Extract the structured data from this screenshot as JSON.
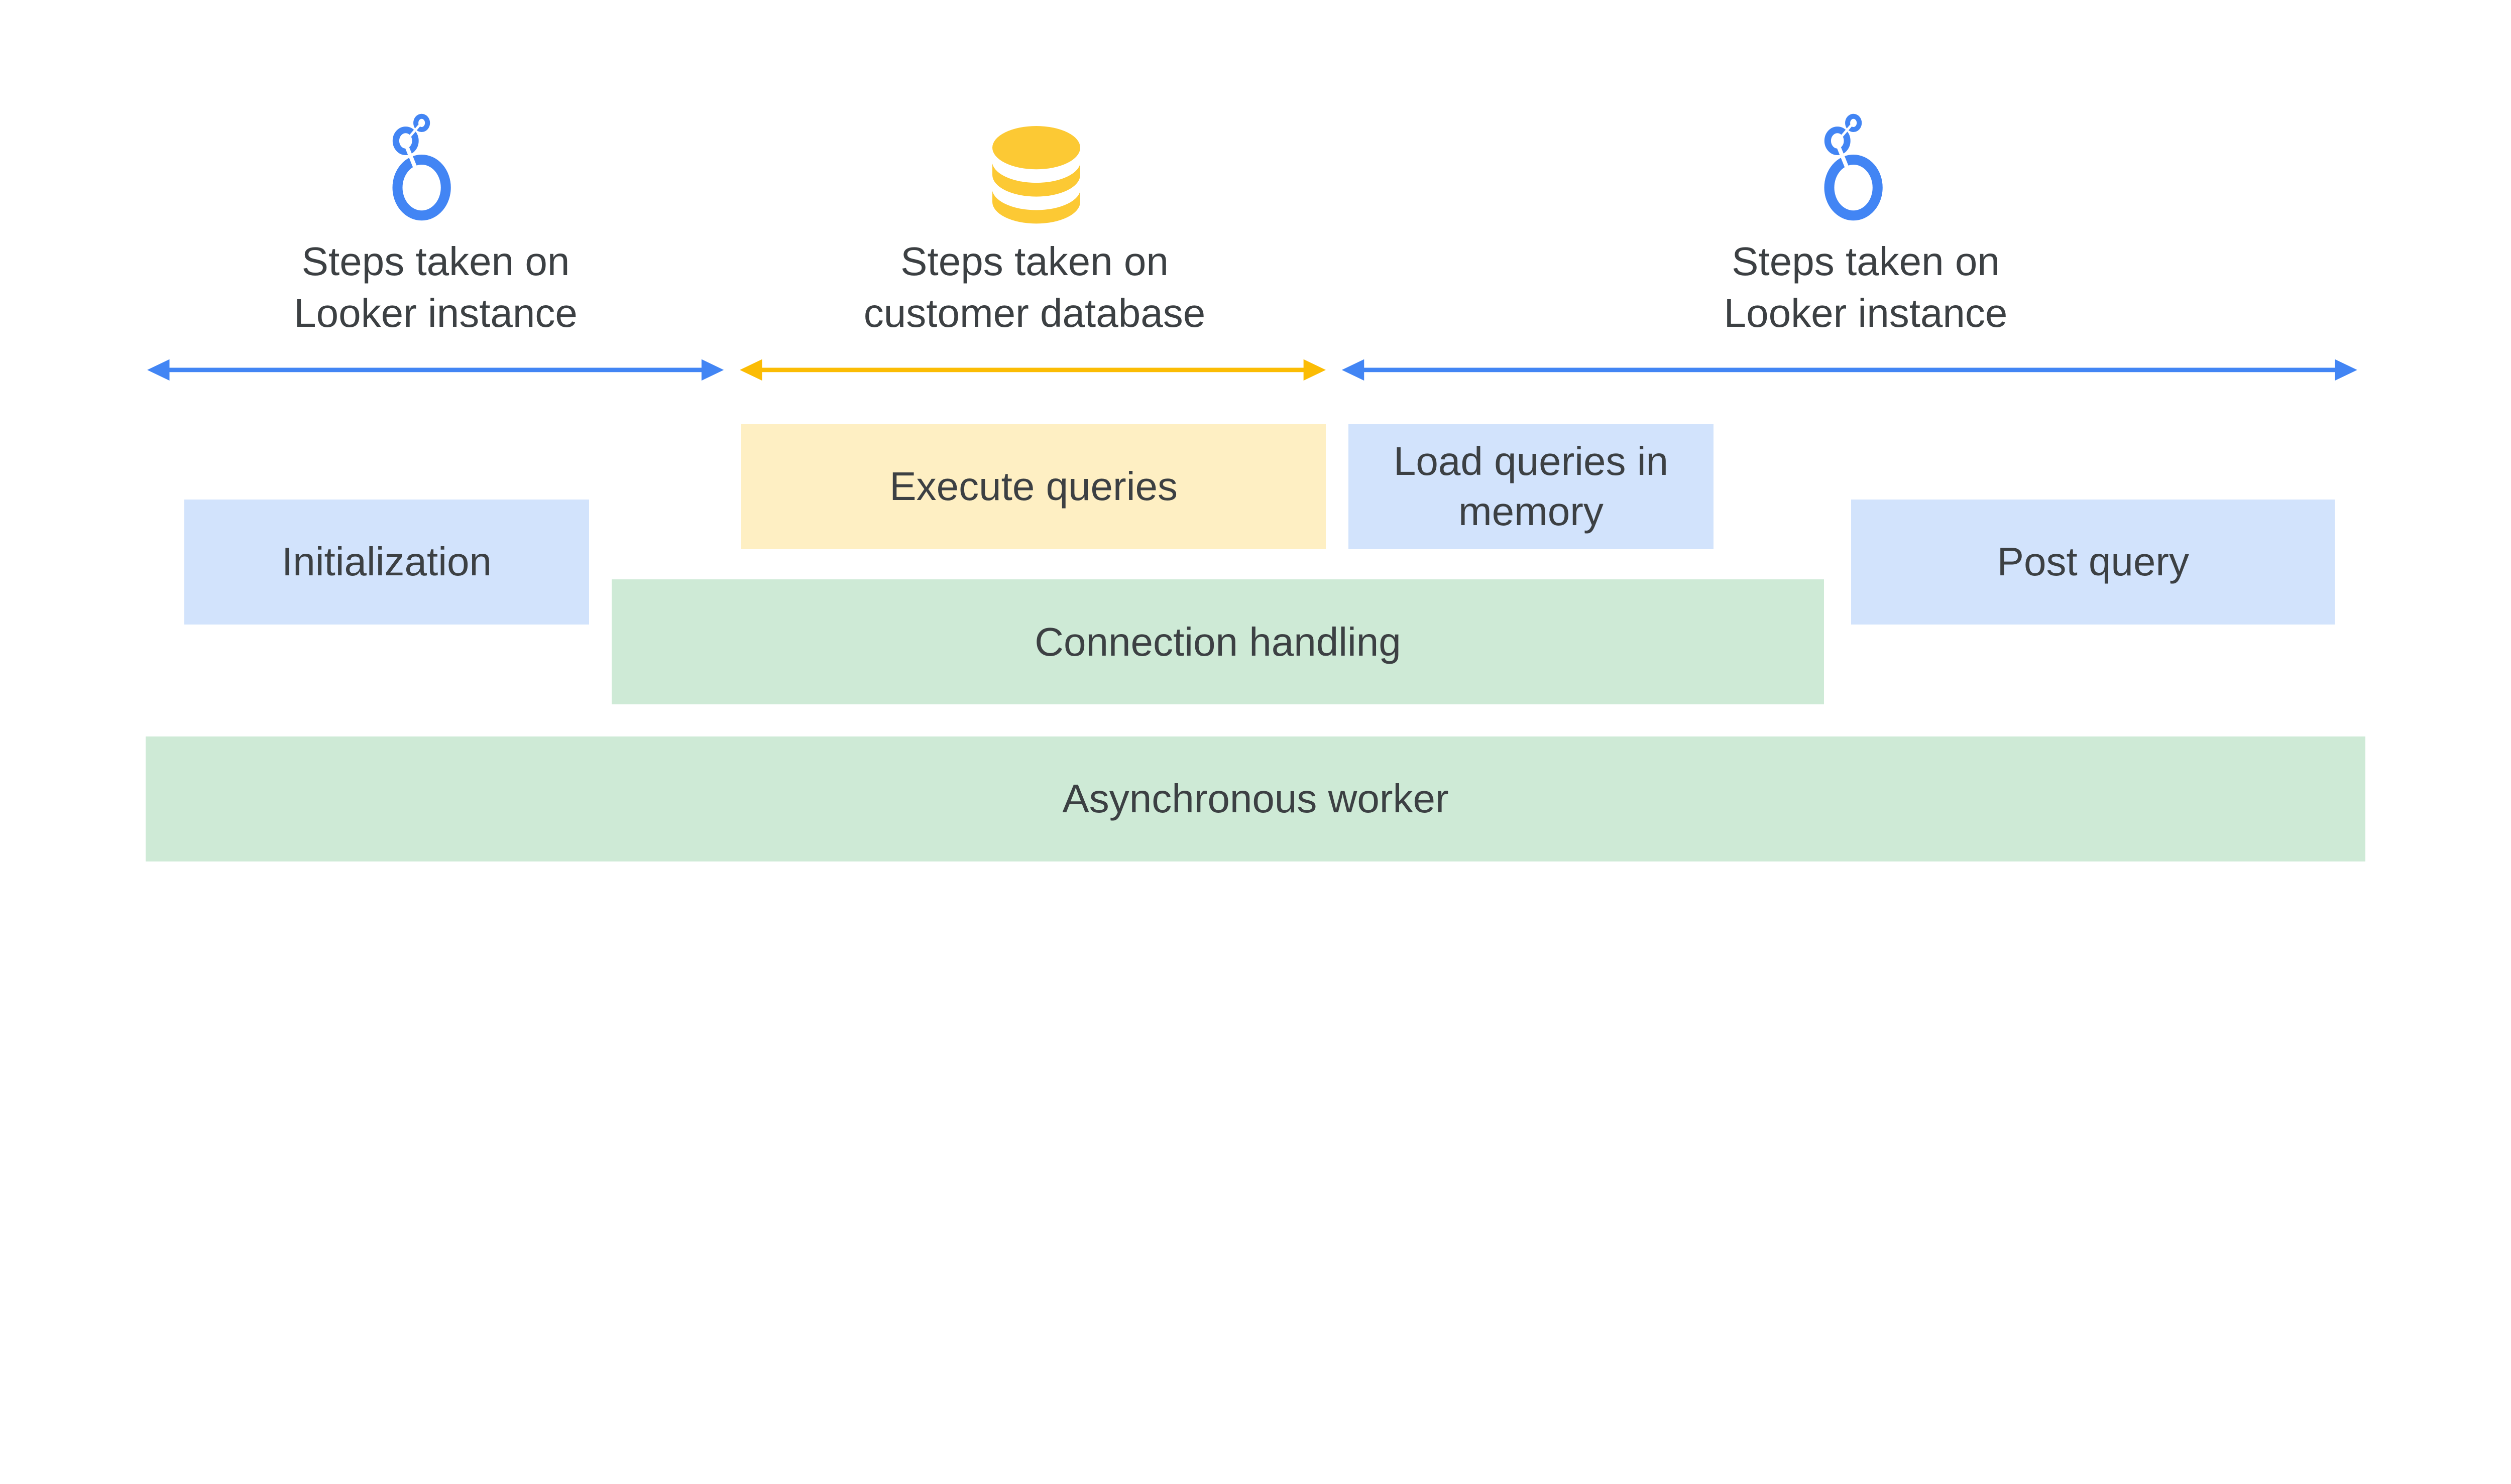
{
  "sections": [
    {
      "icon": "looker-logo-icon",
      "line1": "Steps taken on",
      "line2": "Looker instance",
      "color": "#4285f4"
    },
    {
      "icon": "database-icon",
      "line1": "Steps taken on",
      "line2": "customer database",
      "color": "#fbbc04"
    },
    {
      "icon": "looker-logo-icon",
      "line1": "Steps taken on",
      "line2": "Looker instance",
      "color": "#4285f4"
    }
  ],
  "boxes": {
    "execute_queries": "Execute queries",
    "load_queries": "Load queries in memory",
    "initialization": "Initialization",
    "post_query": "Post query",
    "connection_handling": "Connection handling",
    "asynchronous_worker": "Asynchronous worker"
  },
  "colors": {
    "looker_blue": "#4285f4",
    "database_yellow": "#fcc934",
    "light_blue": "#d2e3fc",
    "light_yellow": "#feefc3",
    "light_green": "#ceead6",
    "text": "#3c4043"
  }
}
